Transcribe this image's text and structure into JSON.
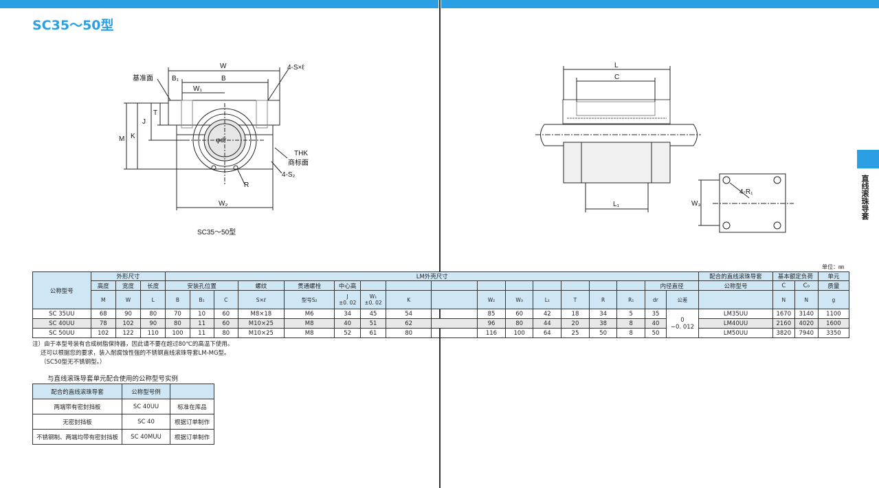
{
  "page": {
    "title": "SC35～50型",
    "side_label": "直线滚珠导套",
    "figure_caption": "SC35～50型",
    "unit_label": "单位：㎜"
  },
  "drawing_labels": {
    "W": "W",
    "B": "B",
    "B1": "B₁",
    "W1": "W₁",
    "S": "4-S×ℓ",
    "ref_face": "基准面",
    "T": "T",
    "J": "J",
    "M": "M",
    "K": "K",
    "THK": "THK",
    "mark_face": "商标面",
    "S2": "4-S₂",
    "W2": "W₂",
    "R": "R",
    "dr": "φdr",
    "L": "L",
    "C": "C",
    "L1": "L₁",
    "W3": "W₃",
    "R1": "4-R₁"
  },
  "spec_table": {
    "headers": {
      "model": "公称型号",
      "outer_dims": "外形尺寸",
      "lm_dims": "LM外壳尺寸",
      "bearing": "配合的直线滚珠导套",
      "load": "基本额定负荷",
      "mass": "单元",
      "mass2": "质量",
      "height": "高度",
      "width": "宽度",
      "length": "长度",
      "mount": "安装孔位置",
      "thread": "螺纹",
      "through_bolt": "贯通螺栓",
      "center_h": "中心高",
      "inner_dia": "内径直径",
      "bearing_model": "公称型号",
      "bolt_model": "型号S₂",
      "tolerance": "公差",
      "load_c": "C",
      "load_c0": "C₀",
      "sym_M": "M",
      "sym_W": "W",
      "sym_L": "L",
      "sym_B": "B",
      "sym_B1": "B₁",
      "sym_C": "C",
      "sym_S": "S×ℓ",
      "sym_J": "J",
      "sym_J_tol": "±0. 02",
      "sym_W1": "W₁",
      "sym_W1_tol": "±0. 02",
      "sym_K": "K",
      "sym_W2": "W₂",
      "sym_W3": "W₃",
      "sym_L1": "L₁",
      "sym_T": "T",
      "sym_R": "R",
      "sym_R1": "R₁",
      "sym_dr": "dr",
      "unit_N": "N",
      "unit_N0": "N",
      "unit_g": "g"
    },
    "tolerance_upper": "0",
    "tolerance_lower": "−0. 012",
    "rows": [
      {
        "model": "SC 35UU",
        "M": "68",
        "W": "90",
        "L": "80",
        "B": "70",
        "B1": "10",
        "C": "60",
        "S": "M8×18",
        "S2": "M6",
        "J": "34",
        "W1": "45",
        "K": "54",
        "W2": "85",
        "W3": "60",
        "L1": "42",
        "T": "18",
        "R": "34",
        "R1": "5",
        "dr": "35",
        "lm": "LM35UU",
        "Cn": "1670",
        "C0": "3140",
        "mass": "1100"
      },
      {
        "model": "SC 40UU",
        "M": "78",
        "W": "102",
        "L": "90",
        "B": "80",
        "B1": "11",
        "C": "60",
        "S": "M10×25",
        "S2": "M8",
        "J": "40",
        "W1": "51",
        "K": "62",
        "W2": "96",
        "W3": "80",
        "L1": "44",
        "T": "20",
        "R": "38",
        "R1": "8",
        "dr": "40",
        "lm": "LM40UU",
        "Cn": "2160",
        "C0": "4020",
        "mass": "1600"
      },
      {
        "model": "SC 50UU",
        "M": "102",
        "W": "122",
        "L": "110",
        "B": "100",
        "B1": "11",
        "C": "80",
        "S": "M10×25",
        "S2": "M8",
        "J": "52",
        "W1": "61",
        "K": "80",
        "W2": "116",
        "W3": "100",
        "L1": "64",
        "T": "25",
        "R": "50",
        "R1": "8",
        "dr": "50",
        "lm": "LM50UU",
        "Cn": "3820",
        "C0": "7940",
        "mass": "3350"
      }
    ]
  },
  "notes": [
    "注）由于本型号装有合成树脂保持器，因此请不要在超过80℃的高温下使用。",
    "还可以根据您的要求，装入耐腐蚀性强的不锈钢直线滚珠导套LM-MG型。",
    "（SC50型无不锈钢型。）"
  ],
  "combo_table": {
    "title": "与直线滚珠导套单元配合使用的公称型号实例",
    "headers": [
      "配合的直线滚珠导套",
      "公称型号例",
      ""
    ],
    "rows": [
      [
        "两端带有密封挡板",
        "SC 40UU",
        "标准在库品"
      ],
      [
        "无密封挡板",
        "SC 40",
        "根据订单制作"
      ],
      [
        "不锈钢制、两端均带有密封挡板",
        "SC 40MUU",
        "根据订单制作"
      ]
    ]
  }
}
